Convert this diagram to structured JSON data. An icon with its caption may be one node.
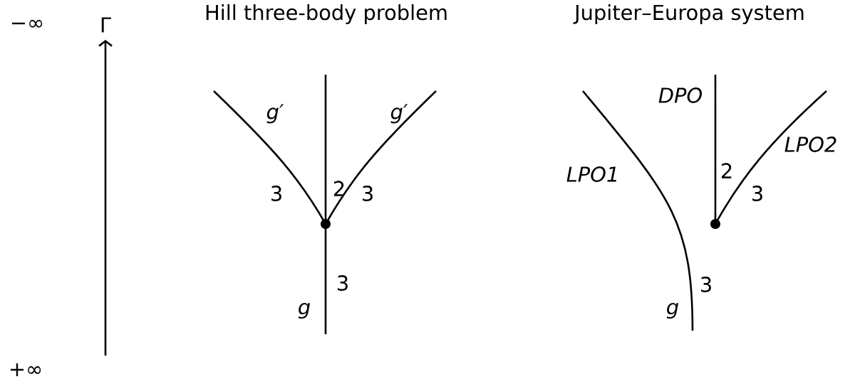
{
  "diagram": {
    "labels": [
      "−∞",
      "Γ",
      "+∞",
      "Hill three-body problem",
      "Jupiter–Europa system",
      "g′",
      "g′",
      "3",
      "2",
      "3",
      "3",
      "g",
      "DPO",
      "LPO2",
      "LPO1",
      "2",
      "3",
      "3",
      "g"
    ]
  }
}
